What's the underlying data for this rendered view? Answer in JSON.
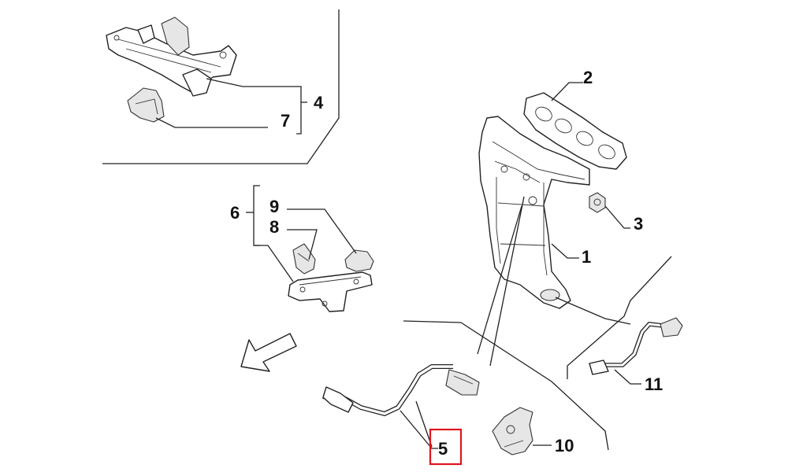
{
  "callouts": {
    "c1": "1",
    "c2": "2",
    "c3": "3",
    "c4": "4",
    "c5": "5",
    "c6": "6",
    "c7": "7",
    "c8": "8",
    "c9": "9",
    "c10": "10",
    "c11": "11"
  },
  "highlight": {
    "callout": "5",
    "color": "#e0141e"
  }
}
